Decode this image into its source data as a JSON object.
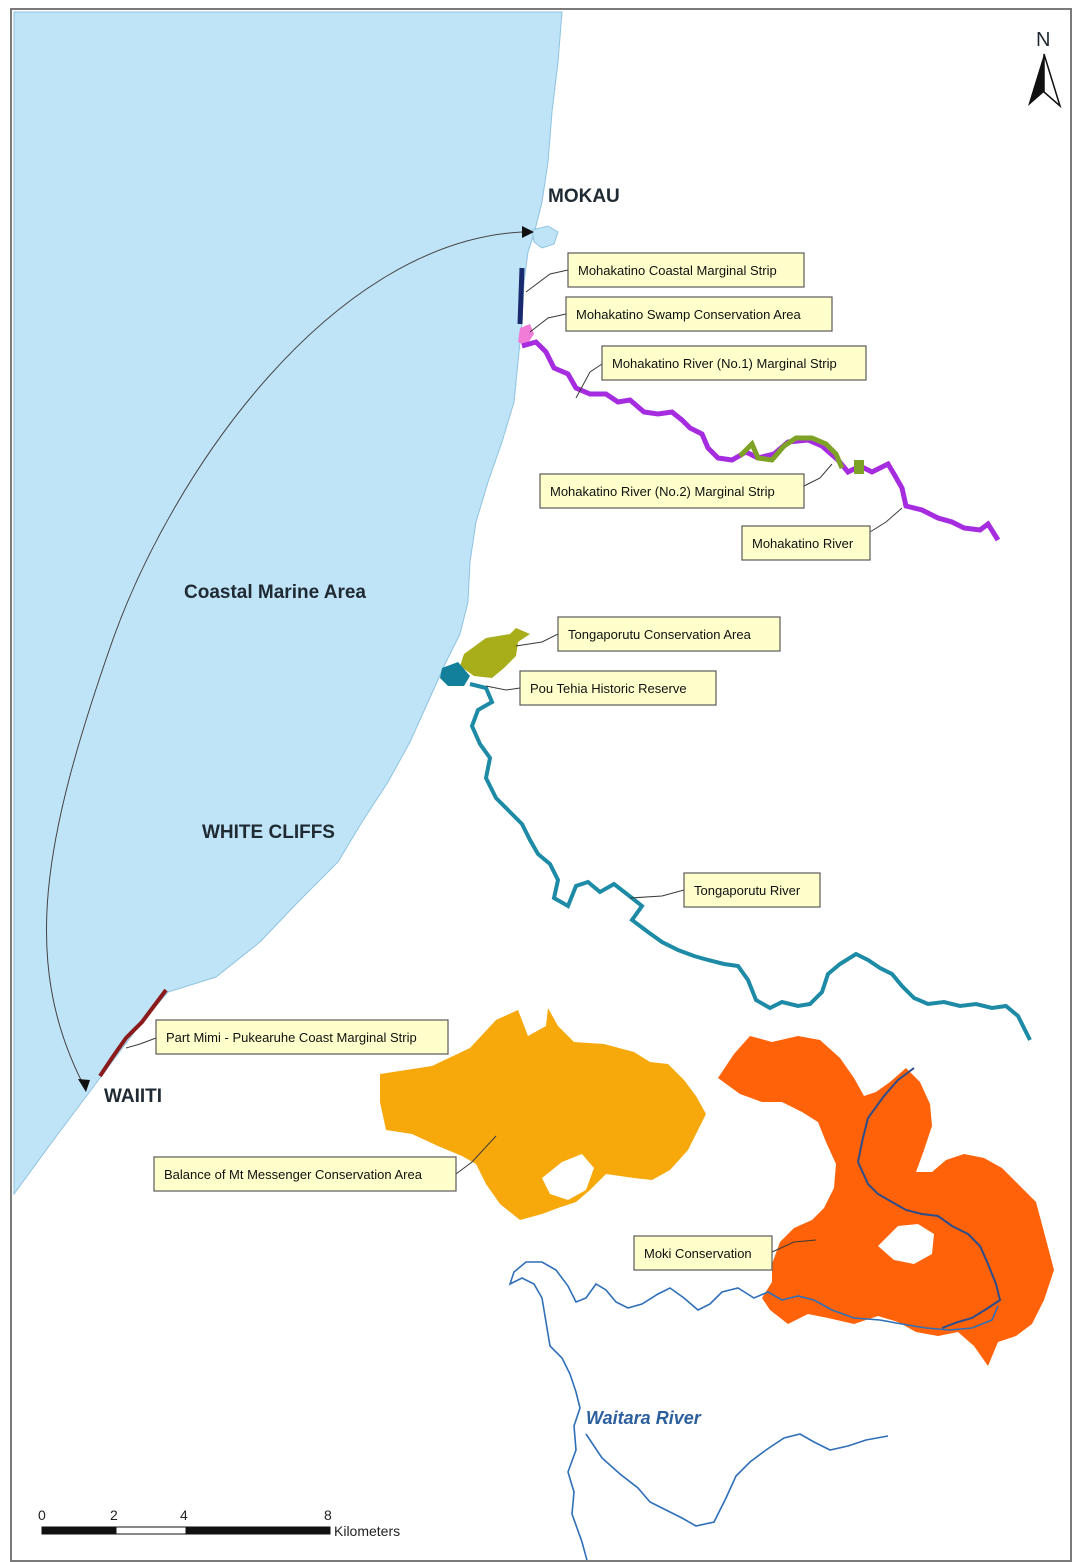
{
  "places": {
    "mokau": "MOKAU",
    "coastal_marine_area": "Coastal Marine Area",
    "white_cliffs": "WHITE CLIFFS",
    "waiiti": "WAIITI"
  },
  "callouts": {
    "mohakatino_coastal": "Mohakatino Coastal Marginal Strip",
    "mohakatino_swamp": "Mohakatino Swamp Conservation Area",
    "mohakatino_river_1": "Mohakatino River (No.1) Marginal Strip",
    "mohakatino_river_2": "Mohakatino River (No.2) Marginal Strip",
    "mohakatino_river": "Mohakatino River",
    "tongaporutu_conservation": "Tongaporutu Conservation Area",
    "pou_tehia": "Pou Tehia Historic Reserve",
    "tongaporutu_river": "Tongaporutu River",
    "part_mimi": "Part Mimi - Pukearuhe Coast Marginal Strip",
    "mt_messenger": "Balance of Mt Messenger Conservation Area",
    "moki": "Moki Conservation"
  },
  "rivers": {
    "waitara": "Waitara River"
  },
  "north_arrow": {
    "label": "N",
    "icon": "north-arrow-icon"
  },
  "scale_bar": {
    "ticks": [
      "0",
      "2",
      "4",
      "8"
    ],
    "unit": "Kilometers"
  },
  "colors": {
    "sea": "#bfe3f7",
    "coastal_strip": "#1a2a6e",
    "swamp": "#f07cd8",
    "mohakatino_river": "#a62ce0",
    "river_no2": "#7ea226",
    "tongaporutu_area": "#a8ad1a",
    "pou_tehia": "#12809a",
    "tongaporutu_river": "#1d8aa6",
    "mimi_strip": "#8b1a1a",
    "mt_messenger": "#f7a80b",
    "moki": "#ff6208",
    "waitara": "#2f6fb8"
  }
}
